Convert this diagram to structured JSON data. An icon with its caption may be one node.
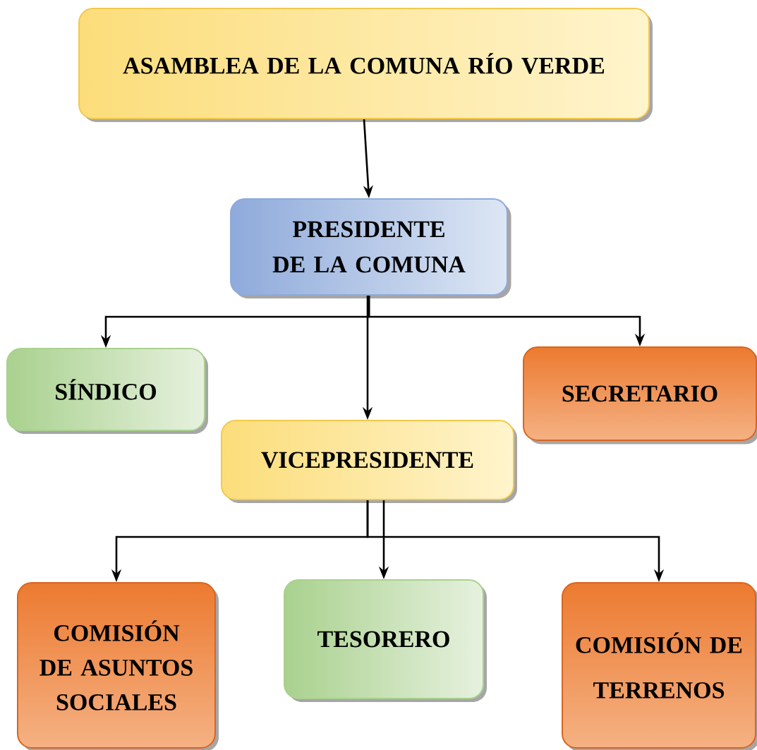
{
  "diagram": {
    "nodes": [
      {
        "text": [
          "ASAMBLEA DE LA COMUNA RÍO VERDE"
        ]
      },
      {
        "text": [
          "PRESIDENTE DE LA COMUNA"
        ]
      },
      {
        "text": [
          "SÍNDICO"
        ]
      },
      {
        "text": [
          "SECRETARIO"
        ]
      },
      {
        "text": [
          "VICEPRESIDENTE"
        ]
      },
      {
        "text": [
          "COMISIÓN DE ASUNTOS SOCIALES"
        ]
      },
      {
        "text": [
          "TESORERO"
        ]
      },
      {
        "text": [
          "COMISIÓN DE TERRENOS"
        ]
      }
    ],
    "edges": [
      {
        "from": 0,
        "to": 1,
        "arrow": "to"
      },
      {
        "from": 1,
        "to": 2,
        "arrow": "to"
      },
      {
        "from": 1,
        "to": 3,
        "arrow": "to"
      },
      {
        "from": 1,
        "to": 4,
        "arrow": "to"
      },
      {
        "from": 4,
        "to": 5,
        "arrow": "to"
      },
      {
        "from": 4,
        "to": 6,
        "arrow": "to"
      },
      {
        "from": 4,
        "to": 7,
        "arrow": "to"
      }
    ]
  }
}
